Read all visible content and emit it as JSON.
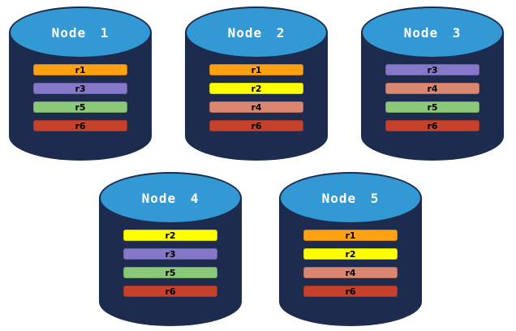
{
  "diagram": {
    "description": "Five database node cylinders showing replica placement",
    "background_color": "#FFFFFF",
    "cylinder": {
      "top_color": "#3399D5",
      "top_border_color": "#1D2B4E",
      "body_color": "#1D2B4E",
      "title_color": "#FFFFFF"
    },
    "replica_label_color": "#000000",
    "replica_colors": {
      "r1": "#FFA110",
      "r2": "#FFFF00",
      "r3": "#8678C8",
      "r4": "#DB8671",
      "r5": "#8CC87A",
      "r6": "#C5412C"
    },
    "nodes": [
      {
        "label": "Node 1",
        "replicas": [
          "r1",
          "r3",
          "r5",
          "r6"
        ]
      },
      {
        "label": "Node 2",
        "replicas": [
          "r1",
          "r2",
          "r4",
          "r6"
        ]
      },
      {
        "label": "Node 3",
        "replicas": [
          "r3",
          "r4",
          "r5",
          "r6"
        ]
      },
      {
        "label": "Node 4",
        "replicas": [
          "r2",
          "r3",
          "r5",
          "r6"
        ]
      },
      {
        "label": "Node 5",
        "replicas": [
          "r1",
          "r2",
          "r4",
          "r6"
        ]
      }
    ]
  }
}
